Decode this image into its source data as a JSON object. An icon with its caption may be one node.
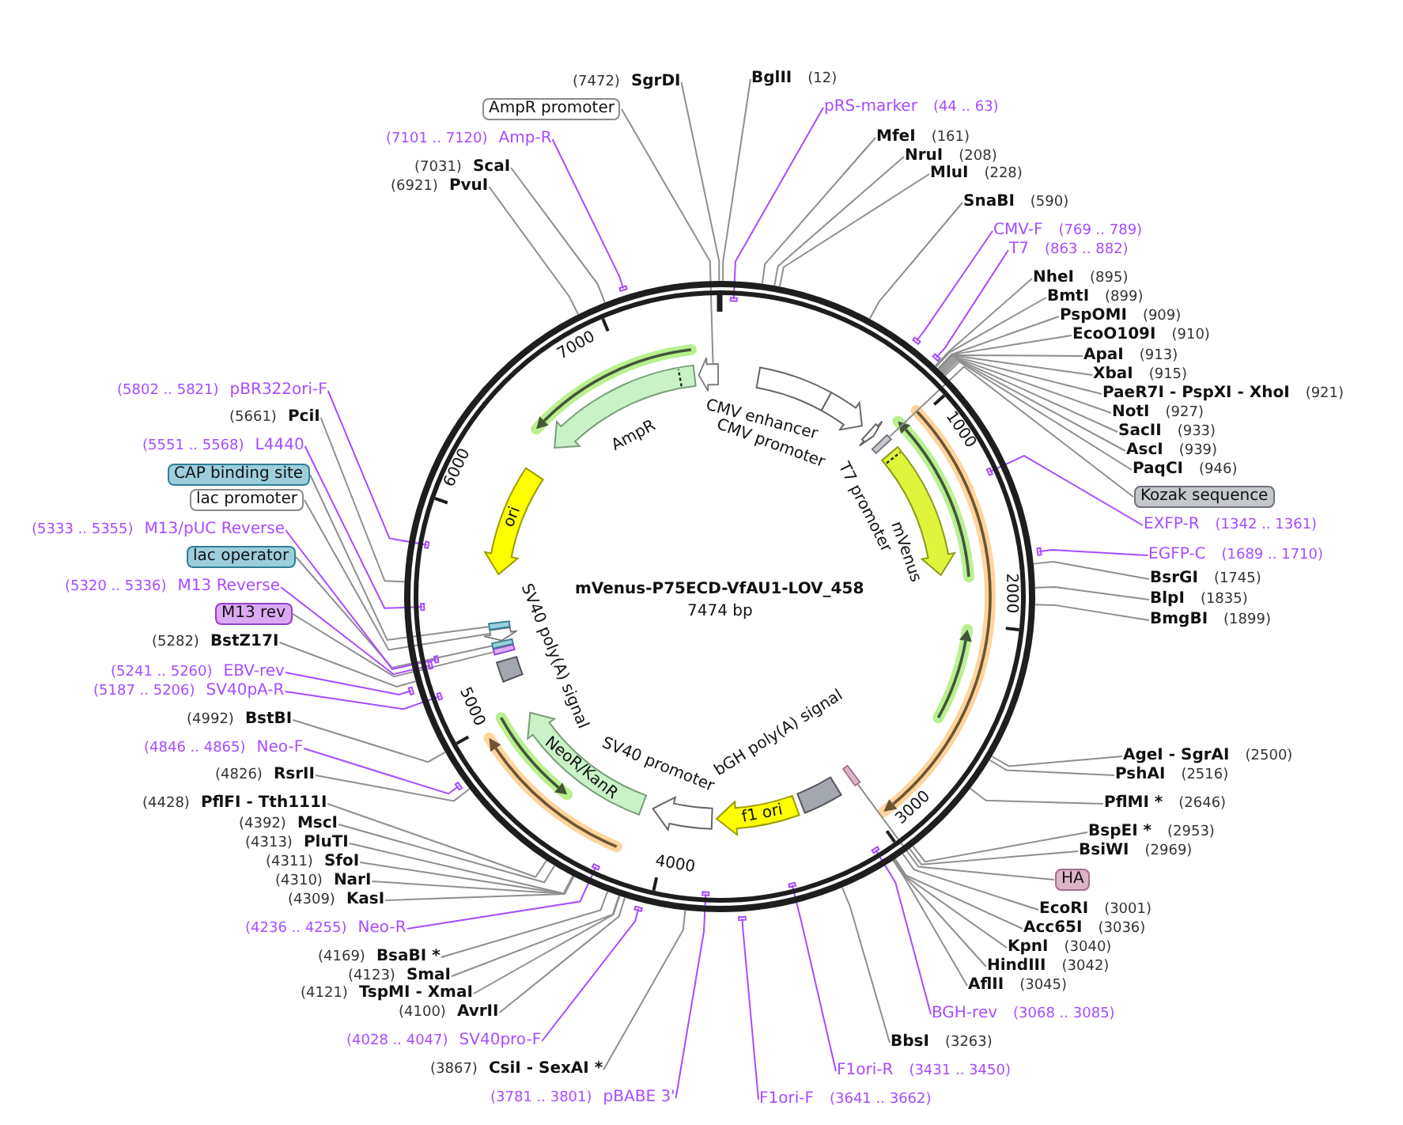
{
  "diagram": {
    "title": "mVenus-P75ECD-VfAU1-LOV_458",
    "nodes": [
      {
        "text": [
          "SgrDI"
        ],
        "beside": [
          "(7472)"
        ]
      },
      {
        "text": [
          "BglII"
        ],
        "beside": [
          "(12)"
        ]
      },
      {
        "text": [
          "pRS-marker"
        ],
        "beside": [
          "(44 .. 63)"
        ]
      },
      {
        "text": [
          "MfeI"
        ],
        "beside": [
          "(161)"
        ]
      },
      {
        "text": [
          "NruI"
        ],
        "beside": [
          "(208)"
        ]
      },
      {
        "text": [
          "MluI"
        ],
        "beside": [
          "(228)"
        ]
      },
      {
        "text": [
          "SnaBI"
        ],
        "beside": [
          "(590)"
        ]
      },
      {
        "text": [
          "CMV-F"
        ],
        "beside": [
          "(769 .. 789)"
        ]
      },
      {
        "text": [
          "T7"
        ],
        "beside": [
          "(863 .. 882)"
        ]
      },
      {
        "text": [
          "NheI"
        ],
        "beside": [
          "(895)"
        ]
      },
      {
        "text": [
          "BmtI"
        ],
        "beside": [
          "(899)"
        ]
      },
      {
        "text": [
          "PspOMI"
        ],
        "beside": [
          "(909)"
        ]
      },
      {
        "text": [
          "EcoO109I"
        ],
        "beside": [
          "(910)"
        ]
      },
      {
        "text": [
          "ApaI"
        ],
        "beside": [
          "(913)"
        ]
      },
      {
        "text": [
          "XbaI"
        ],
        "beside": [
          "(915)"
        ]
      },
      {
        "text": [
          "PaeR7I - PspXI - XhoI"
        ],
        "beside": [
          "(921)"
        ]
      },
      {
        "text": [
          "NotI"
        ],
        "beside": [
          "(927)"
        ]
      },
      {
        "text": [
          "SacII"
        ],
        "beside": [
          "(933)"
        ]
      },
      {
        "text": [
          "AscI"
        ],
        "beside": [
          "(939)"
        ]
      },
      {
        "text": [
          "PaqCI"
        ],
        "beside": [
          "(946)"
        ]
      },
      {
        "text": [
          "Kozak sequence"
        ]
      },
      {
        "text": [
          "EXFP-R"
        ],
        "beside": [
          "(1342 .. 1361)"
        ]
      },
      {
        "text": [
          "EGFP-C"
        ],
        "beside": [
          "(1689 .. 1710)"
        ]
      },
      {
        "text": [
          "BsrGI"
        ],
        "beside": [
          "(1745)"
        ]
      },
      {
        "text": [
          "BlpI"
        ],
        "beside": [
          "(1835)"
        ]
      },
      {
        "text": [
          "BmgBI"
        ],
        "beside": [
          "(1899)"
        ]
      },
      {
        "text": [
          "AgeI - SgrAI"
        ],
        "beside": [
          "(2500)"
        ]
      },
      {
        "text": [
          "PshAI"
        ],
        "beside": [
          "(2516)"
        ]
      },
      {
        "text": [
          "PflMI *"
        ],
        "beside": [
          "(2646)"
        ]
      },
      {
        "text": [
          "BspEI *"
        ],
        "beside": [
          "(2953)"
        ]
      },
      {
        "text": [
          "BsiWI"
        ],
        "beside": [
          "(2969)"
        ]
      },
      {
        "text": [
          "HA"
        ]
      },
      {
        "text": [
          "EcoRI"
        ],
        "beside": [
          "(3001)"
        ]
      },
      {
        "text": [
          "Acc65I"
        ],
        "beside": [
          "(3036)"
        ]
      },
      {
        "text": [
          "KpnI"
        ],
        "beside": [
          "(3040)"
        ]
      },
      {
        "text": [
          "HindIII"
        ],
        "beside": [
          "(3042)"
        ]
      },
      {
        "text": [
          "AflII"
        ],
        "beside": [
          "(3045)"
        ]
      },
      {
        "text": [
          "BGH-rev"
        ],
        "beside": [
          "(3068 .. 3085)"
        ]
      },
      {
        "text": [
          "BbsI"
        ],
        "beside": [
          "(3263)"
        ]
      },
      {
        "text": [
          "F1ori-R"
        ],
        "beside": [
          "(3431 .. 3450)"
        ]
      },
      {
        "text": [
          "F1ori-F"
        ],
        "beside": [
          "(3641 .. 3662)"
        ]
      },
      {
        "text": [
          "pBABE 3'"
        ],
        "beside": [
          "(3781 .. 3801)"
        ]
      },
      {
        "text": [
          "CsiI - SexAI *"
        ],
        "beside": [
          "(3867)"
        ]
      },
      {
        "text": [
          "SV40pro-F"
        ],
        "beside": [
          "(4028 .. 4047)"
        ]
      },
      {
        "text": [
          "AvrII"
        ],
        "beside": [
          "(4100)"
        ]
      },
      {
        "text": [
          "TspMI - XmaI"
        ],
        "beside": [
          "(4121)"
        ]
      },
      {
        "text": [
          "SmaI"
        ],
        "beside": [
          "(4123)"
        ]
      },
      {
        "text": [
          "BsaBI *"
        ],
        "beside": [
          "(4169)"
        ]
      },
      {
        "text": [
          "Neo-R"
        ],
        "beside": [
          "(4236 .. 4255)"
        ]
      },
      {
        "text": [
          "KasI"
        ],
        "beside": [
          "(4309)"
        ]
      },
      {
        "text": [
          "NarI"
        ],
        "beside": [
          "(4310)"
        ]
      },
      {
        "text": [
          "SfoI"
        ],
        "beside": [
          "(4311)"
        ]
      },
      {
        "text": [
          "PluTI"
        ],
        "beside": [
          "(4313)"
        ]
      },
      {
        "text": [
          "MscI"
        ],
        "beside": [
          "(4392)"
        ]
      },
      {
        "text": [
          "PflFI - Tth111I"
        ],
        "beside": [
          "(4428)"
        ]
      },
      {
        "text": [
          "RsrII"
        ],
        "beside": [
          "(4826)"
        ]
      },
      {
        "text": [
          "Neo-F"
        ],
        "beside": [
          "(4846 .. 4865)"
        ]
      },
      {
        "text": [
          "BstBI"
        ],
        "beside": [
          "(4992)"
        ]
      },
      {
        "text": [
          "SV40pA-R"
        ],
        "beside": [
          "(5187 .. 5206)"
        ]
      },
      {
        "text": [
          "EBV-rev"
        ],
        "beside": [
          "(5241 .. 5260)"
        ]
      },
      {
        "text": [
          "BstZ17I"
        ],
        "beside": [
          "(5282)"
        ]
      },
      {
        "text": [
          "M13 rev"
        ]
      },
      {
        "text": [
          "M13 Reverse"
        ],
        "beside": [
          "(5320 .. 5336)"
        ]
      },
      {
        "text": [
          "lac operator"
        ]
      },
      {
        "text": [
          "M13/pUC Reverse"
        ],
        "beside": [
          "(5333 .. 5355)"
        ]
      },
      {
        "text": [
          "lac promoter"
        ]
      },
      {
        "text": [
          "CAP binding site"
        ]
      },
      {
        "text": [
          "L4440"
        ],
        "beside": [
          "(5551 .. 5568)"
        ]
      },
      {
        "text": [
          "PciI"
        ],
        "beside": [
          "(5661)"
        ]
      },
      {
        "text": [
          "pBR322ori-F"
        ],
        "beside": [
          "(5802 .. 5821)"
        ]
      },
      {
        "text": [
          "PvuI"
        ],
        "beside": [
          "(6921)"
        ]
      },
      {
        "text": [
          "ScaI"
        ],
        "beside": [
          "(7031)"
        ]
      },
      {
        "text": [
          "Amp-R"
        ],
        "beside": [
          "(7101 .. 7120)"
        ]
      },
      {
        "text": [
          "AmpR promoter"
        ]
      },
      {
        "text": [
          "CMV enhancer"
        ]
      },
      {
        "text": [
          "CMV promoter"
        ]
      },
      {
        "text": [
          "T7 promoter"
        ]
      },
      {
        "text": [
          "mVenus"
        ]
      },
      {
        "text": [
          "bGH poly(A) signal"
        ]
      },
      {
        "text": [
          "f1 ori"
        ]
      },
      {
        "text": [
          "SV40 promoter"
        ]
      },
      {
        "text": [
          "NeoR/KanR"
        ]
      },
      {
        "text": [
          "SV40 poly(A) signal"
        ]
      },
      {
        "text": [
          "ori"
        ]
      },
      {
        "text": [
          "AmpR"
        ]
      },
      {
        "text": [],
        "shape": "box"
      },
      {
        "text": [],
        "shape": "box"
      },
      {
        "text": [],
        "shape": "box"
      },
      {
        "text": [],
        "shape": "box"
      },
      {
        "text": [],
        "shape": "arrow"
      },
      {
        "text": [],
        "shape": "box"
      },
      {
        "text": [],
        "shape": "arrow"
      }
    ],
    "edges": [
      {
        "from": 0,
        "to": null,
        "arrow": "none"
      },
      {
        "from": 1,
        "to": null,
        "arrow": "none"
      },
      {
        "from": 2,
        "to": null,
        "arrow": "none",
        "color": "#a64dff"
      },
      {
        "from": 3,
        "to": null,
        "arrow": "none"
      },
      {
        "from": 4,
        "to": null,
        "arrow": "none"
      },
      {
        "from": 5,
        "to": null,
        "arrow": "none"
      },
      {
        "from": 6,
        "to": null,
        "arrow": "none"
      },
      {
        "from": 7,
        "to": null,
        "arrow": "none",
        "color": "#a64dff"
      },
      {
        "from": 8,
        "to": null,
        "arrow": "none",
        "color": "#a64dff"
      },
      {
        "from": 9,
        "to": null,
        "arrow": "none"
      },
      {
        "from": 10,
        "to": null,
        "arrow": "none"
      },
      {
        "from": 11,
        "to": null,
        "arrow": "none"
      },
      {
        "from": 12,
        "to": null,
        "arrow": "none"
      },
      {
        "from": 13,
        "to": null,
        "arrow": "none"
      },
      {
        "from": 14,
        "to": null,
        "arrow": "none"
      },
      {
        "from": 15,
        "to": null,
        "arrow": "none"
      },
      {
        "from": 16,
        "to": null,
        "arrow": "none"
      },
      {
        "from": 17,
        "to": null,
        "arrow": "none"
      },
      {
        "from": 18,
        "to": null,
        "arrow": "none"
      },
      {
        "from": 19,
        "to": null,
        "arrow": "none"
      },
      {
        "from": 20,
        "to": 85,
        "arrow": "none"
      },
      {
        "from": 21,
        "to": null,
        "arrow": "none",
        "color": "#a64dff"
      },
      {
        "from": 22,
        "to": null,
        "arrow": "none",
        "color": "#a64dff"
      },
      {
        "from": 23,
        "to": null,
        "arrow": "none"
      },
      {
        "from": 24,
        "to": null,
        "arrow": "none"
      },
      {
        "from": 25,
        "to": null,
        "arrow": "none"
      },
      {
        "from": 26,
        "to": null,
        "arrow": "none"
      },
      {
        "from": 27,
        "to": null,
        "arrow": "none"
      },
      {
        "from": 28,
        "to": null,
        "arrow": "none"
      },
      {
        "from": 29,
        "to": null,
        "arrow": "none"
      },
      {
        "from": 30,
        "to": null,
        "arrow": "none"
      },
      {
        "from": 31,
        "to": 86,
        "arrow": "none"
      },
      {
        "from": 32,
        "to": null,
        "arrow": "none"
      },
      {
        "from": 33,
        "to": null,
        "arrow": "none"
      },
      {
        "from": 34,
        "to": null,
        "arrow": "none"
      },
      {
        "from": 35,
        "to": null,
        "arrow": "none"
      },
      {
        "from": 36,
        "to": null,
        "arrow": "none"
      },
      {
        "from": 37,
        "to": null,
        "arrow": "none",
        "color": "#a64dff"
      },
      {
        "from": 38,
        "to": null,
        "arrow": "none"
      },
      {
        "from": 39,
        "to": null,
        "arrow": "none",
        "color": "#a64dff"
      },
      {
        "from": 40,
        "to": null,
        "arrow": "none",
        "color": "#a64dff"
      },
      {
        "from": 41,
        "to": null,
        "arrow": "none",
        "color": "#a64dff"
      },
      {
        "from": 42,
        "to": null,
        "arrow": "none"
      },
      {
        "from": 43,
        "to": null,
        "arrow": "none",
        "color": "#a64dff"
      },
      {
        "from": 44,
        "to": null,
        "arrow": "none"
      },
      {
        "from": 45,
        "to": null,
        "arrow": "none"
      },
      {
        "from": 46,
        "to": null,
        "arrow": "none"
      },
      {
        "from": 47,
        "to": null,
        "arrow": "none"
      },
      {
        "from": 48,
        "to": null,
        "arrow": "none",
        "color": "#a64dff"
      },
      {
        "from": 49,
        "to": null,
        "arrow": "none"
      },
      {
        "from": 50,
        "to": null,
        "arrow": "none"
      },
      {
        "from": 51,
        "to": null,
        "arrow": "none"
      },
      {
        "from": 52,
        "to": null,
        "arrow": "none"
      },
      {
        "from": 53,
        "to": null,
        "arrow": "none"
      },
      {
        "from": 54,
        "to": null,
        "arrow": "none"
      },
      {
        "from": 55,
        "to": null,
        "arrow": "none"
      },
      {
        "from": 56,
        "to": null,
        "arrow": "none",
        "color": "#a64dff"
      },
      {
        "from": 57,
        "to": null,
        "arrow": "none"
      },
      {
        "from": 58,
        "to": null,
        "arrow": "none",
        "color": "#a64dff"
      },
      {
        "from": 59,
        "to": null,
        "arrow": "none",
        "color": "#a64dff"
      },
      {
        "from": 60,
        "to": null,
        "arrow": "none"
      },
      {
        "from": 61,
        "to": 87,
        "arrow": "none"
      },
      {
        "from": 62,
        "to": null,
        "arrow": "none",
        "color": "#a64dff"
      },
      {
        "from": 63,
        "to": 88,
        "arrow": "none"
      },
      {
        "from": 64,
        "to": null,
        "arrow": "none",
        "color": "#a64dff"
      },
      {
        "from": 65,
        "to": 89,
        "arrow": "none"
      },
      {
        "from": 66,
        "to": 90,
        "arrow": "none"
      },
      {
        "from": 67,
        "to": null,
        "arrow": "none",
        "color": "#a64dff"
      },
      {
        "from": 68,
        "to": null,
        "arrow": "none"
      },
      {
        "from": 69,
        "to": null,
        "arrow": "none",
        "color": "#a64dff"
      },
      {
        "from": 70,
        "to": null,
        "arrow": "none"
      },
      {
        "from": 71,
        "to": null,
        "arrow": "none"
      },
      {
        "from": 72,
        "to": null,
        "arrow": "none",
        "color": "#a64dff"
      },
      {
        "from": 73,
        "to": 91,
        "arrow": "none"
      }
    ],
    "labels": [
      "7474 bp",
      "1000",
      "2000",
      "3000",
      "4000",
      "5000",
      "6000",
      "7000"
    ]
  }
}
